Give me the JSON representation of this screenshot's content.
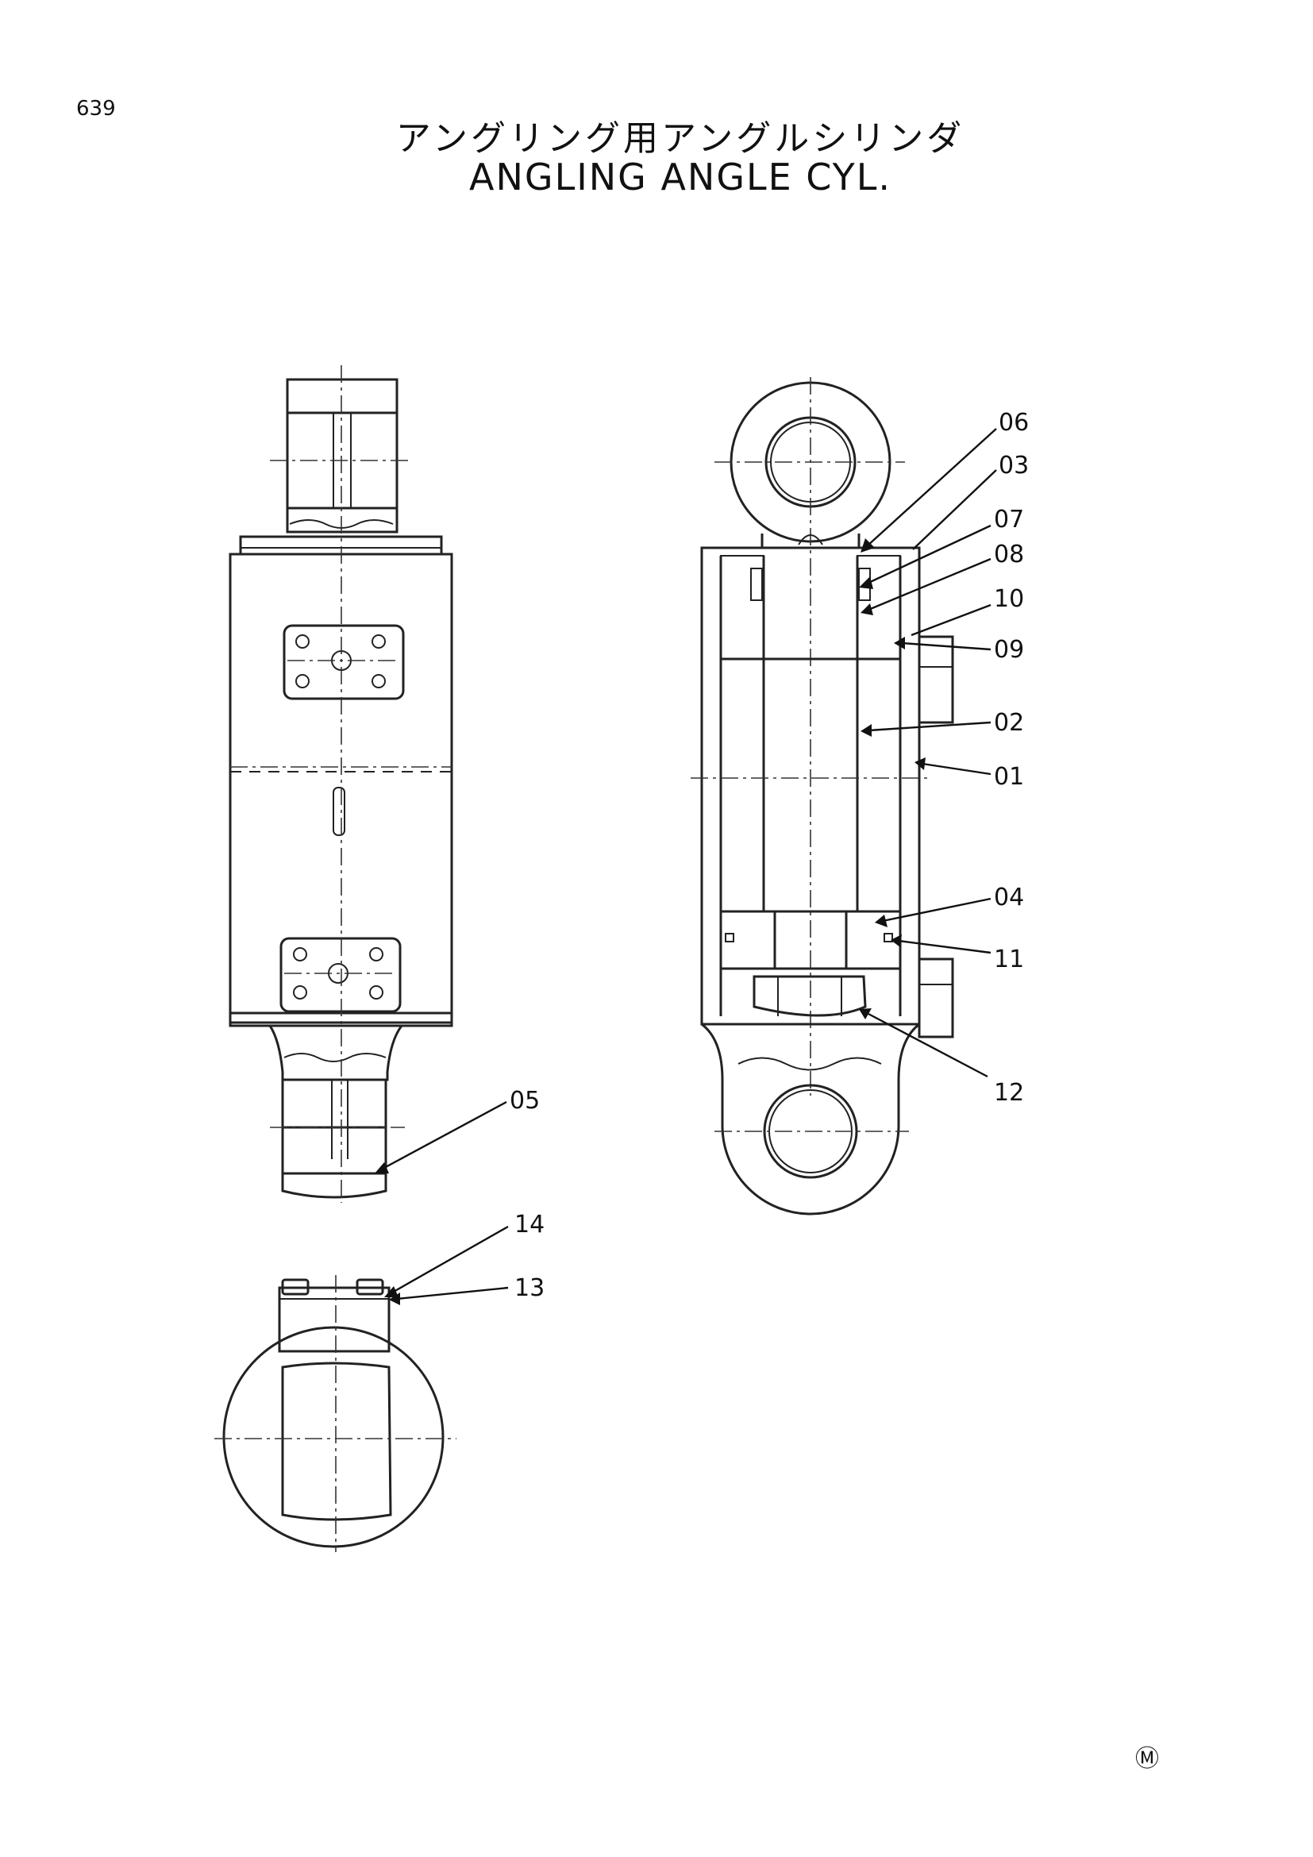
{
  "page": {
    "number": "639",
    "mark": "Ⓜ"
  },
  "title": {
    "jp": "アングリング用アングルシリンダ",
    "en": "ANGLING ANGLE CYL."
  },
  "callouts": [
    {
      "id": "06",
      "label": "06"
    },
    {
      "id": "03",
      "label": "03"
    },
    {
      "id": "07",
      "label": "07"
    },
    {
      "id": "08",
      "label": "08"
    },
    {
      "id": "10",
      "label": "10"
    },
    {
      "id": "09",
      "label": "09"
    },
    {
      "id": "02",
      "label": "02"
    },
    {
      "id": "01",
      "label": "01"
    },
    {
      "id": "04",
      "label": "04"
    },
    {
      "id": "11",
      "label": "11"
    },
    {
      "id": "12",
      "label": "12"
    },
    {
      "id": "05",
      "label": "05"
    },
    {
      "id": "14",
      "label": "14"
    },
    {
      "id": "13",
      "label": "13"
    }
  ]
}
